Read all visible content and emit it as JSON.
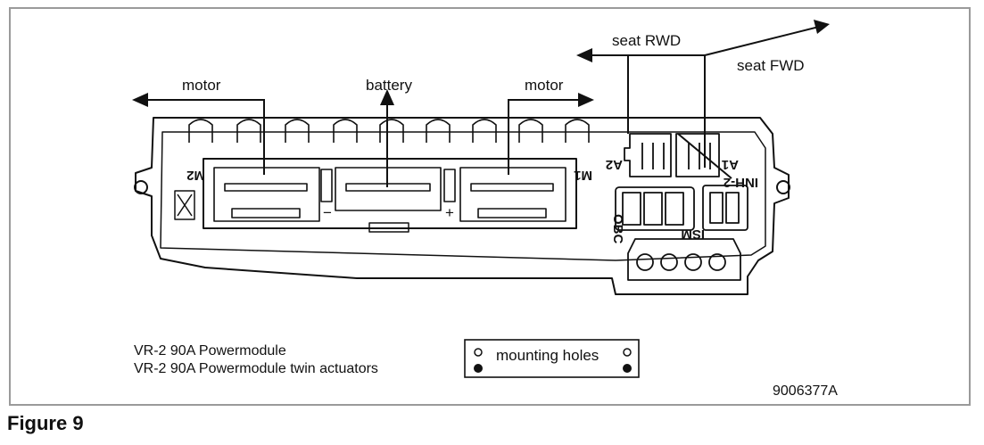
{
  "labels": {
    "motor_left": "motor",
    "battery": "battery",
    "motor_right": "motor",
    "seat_rwd": "seat RWD",
    "seat_fwd": "seat FWD"
  },
  "connectors": {
    "m2": "M2",
    "m1": "M1",
    "a2": "A2",
    "a1": "A1",
    "inh2": "INH-2",
    "obc": "OBC",
    "ism": "ISM",
    "minus": "−",
    "plus": "+"
  },
  "legend": {
    "line1": "VR-2 90A Powermodule",
    "line2": "VR-2 90A Powermodule twin actuators",
    "mounting_holes": "mounting holes"
  },
  "part_number": "9006377A",
  "caption": "Figure 9"
}
